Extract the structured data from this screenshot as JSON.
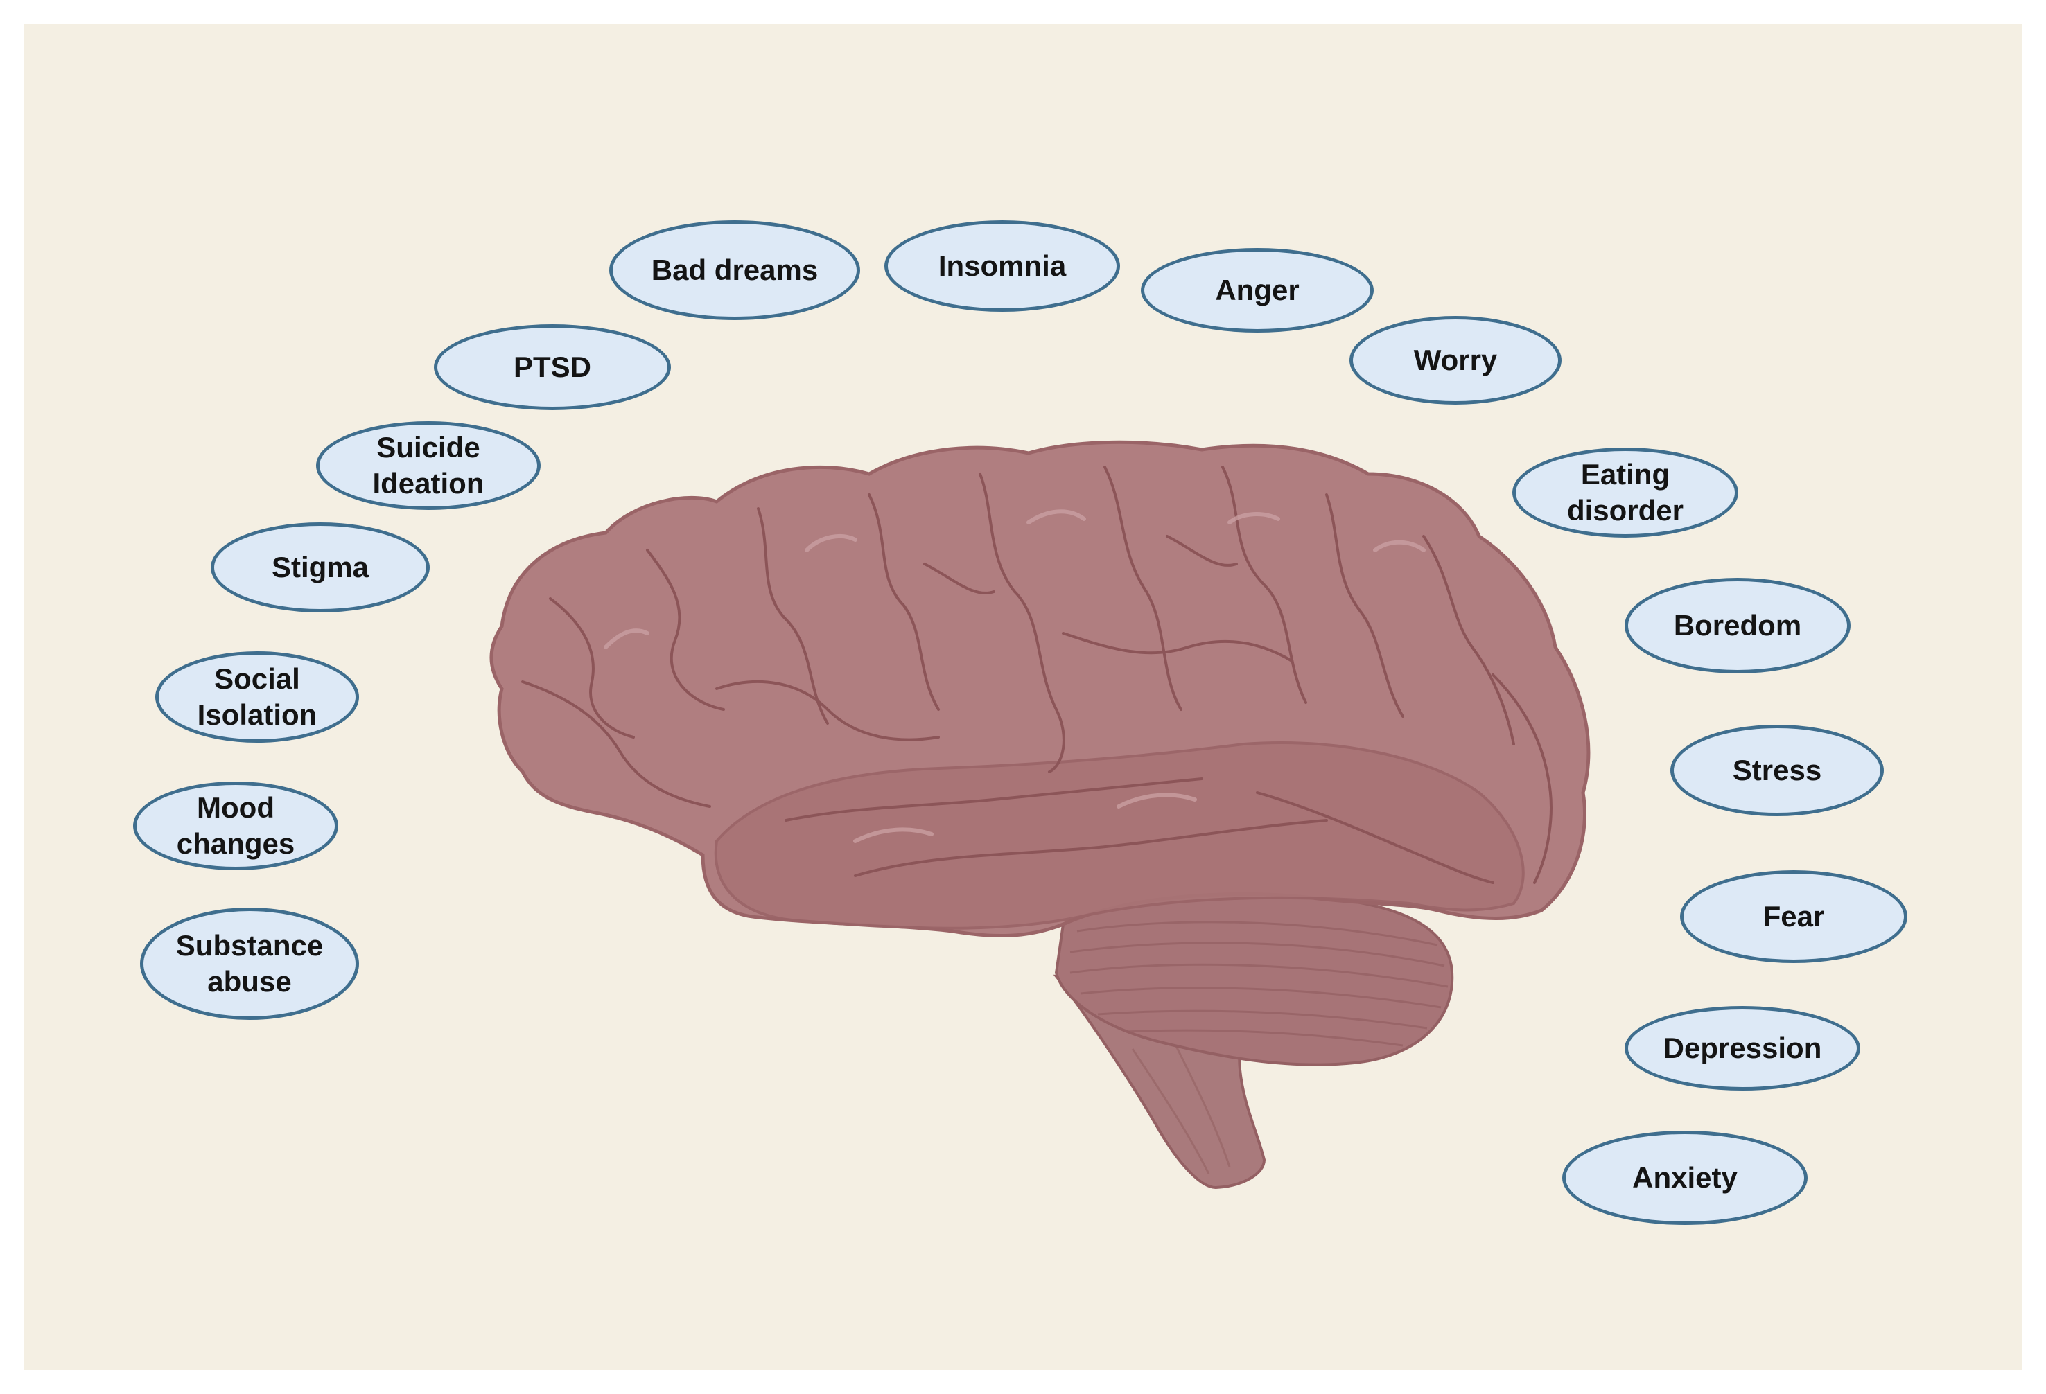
{
  "figure": {
    "background_color": "#f4efe3",
    "brain_color": "#b07e80",
    "bubble_fill": "#dde9f6",
    "bubble_border": "#3f6e8e"
  },
  "labels": {
    "bad_dreams": "Bad dreams",
    "insomnia": "Insomnia",
    "anger": "Anger",
    "worry": "Worry",
    "ptsd": "PTSD",
    "suicide_ideation": "Suicide\nIdeation",
    "stigma": "Stigma",
    "social_isolation": "Social\nIsolation",
    "mood_changes": "Mood\nchanges",
    "substance_abuse": "Substance\nabuse",
    "eating_disorder": "Eating\ndisorder",
    "boredom": "Boredom",
    "stress": "Stress",
    "fear": "Fear",
    "depression": "Depression",
    "anxiety": "Anxiety"
  }
}
